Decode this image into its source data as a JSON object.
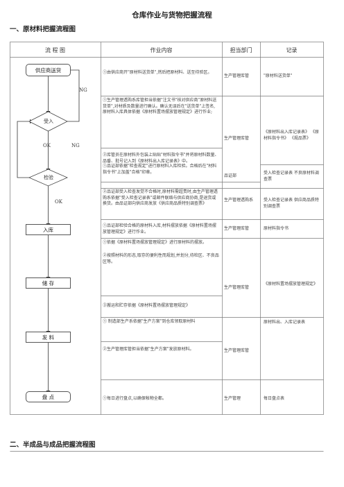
{
  "title": "仓库作业与货物把握流程",
  "section1": "一、原材料把握流程图",
  "section2": "二、半成品与成品把握流程图",
  "headers": {
    "flow": "流 程 图",
    "work": "作业内容",
    "dept": "担当部门",
    "record": "记录"
  },
  "flow": {
    "supplier": "供应商送货",
    "receive": "受入",
    "inspect": "检验",
    "store_in": "入库",
    "storage": "储 存",
    "issue": "发 料",
    "count": "盘 点",
    "ng1": "NG",
    "ok_receive": "OK",
    "ng_receive": "NG",
    "ok_inspect": "OK"
  },
  "work": {
    "w1": "①由供应商开\"原材料送货单\",然后把原材料、送至待验区。",
    "w2": "①生产管理透购系库管担当依据\"注文书\"核对供应商\"原材料送货单\",对材质及数量进行确认。确认无误后在\"送货单\"上签名,原材料入库具体依据《原材料置场摆放管理规定》进行作业;",
    "w3": "②库管员在原材料外包装上贴贴\"材料指令书\"并将原材料数量、品番、批号记入到《原材料出入库记录表》中。",
    "w4": "①品证部依据\"检查规定\"进行原材料入库检验。合格后在\"材料指令书\"上加盖\"合格\"印章。",
    "w5": "②品证部受入检查发觉不合格时,原材料需超责时,由生产管理透购系依据\"受入检查记录表\"或邮件联络与供应商协商,是退货或换货。由品证部向供应商发放《供应商品质特别调查票》",
    "w6": "①品证部检验合格的原材料入库,材料摆放依据《原材料置场摆放管理规定》进行作业。",
    "w7": "①依据《原材料置场摆放管理规定》进行原材料的摆放。",
    "w8": "②按照材料的形态,取存的便利性而规划,并划分,待检区、不良品区等。",
    "w9": "③搬运和贮存依据《原材料置场摆放管理规定》",
    "w10": "① 制造部生产系依据\"生产方案\"到仓库领取原材料",
    "w11": "②生产管理库管担当依据\"生产方案\"发放原材料。",
    "w12": "①每日进行盘点,以确保帐物全都。"
  },
  "dept": {
    "d1": "生产管理库管",
    "d2": "生产管理库管",
    "d3": "品证部",
    "d4": "生产管理透购系",
    "d5": "生产管理库管",
    "d6": "生产管理库管",
    "d7": "生产管理库管",
    "d8": "生产管理"
  },
  "record": {
    "r1": "\"原材料送货单\"",
    "r2": "《原材料出入库记录表》  《原材料指令书》  《规品票》",
    "r3": "受入检查记录表 不良原材料调查票",
    "r4": "受入检查记录表 供应商品质特别调查票",
    "r5": "原材料指令书",
    "r6": "《原材料置场摆放管理规定》",
    "r7": "原材料出、入库记录表",
    "r8": "每日盘点表"
  }
}
